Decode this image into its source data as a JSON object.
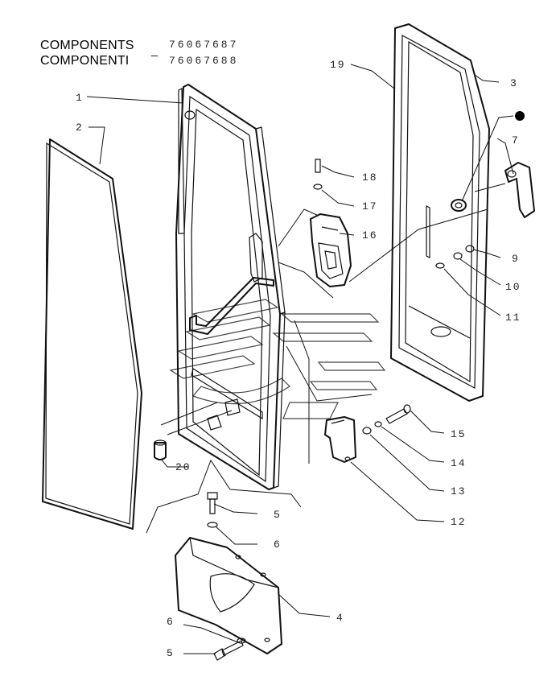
{
  "header": {
    "line1_label": "COMPONENTS",
    "line2_label": "COMPONENTI",
    "separator": "_",
    "code1": "76067687",
    "code2": "76067688"
  },
  "callouts": {
    "p1": "1",
    "p2": "2",
    "p3": "3",
    "p4": "4",
    "p5a": "5",
    "p5b": "5",
    "p6a": "6",
    "p6b": "6",
    "p7": "7",
    "p9": "9",
    "p10": "10",
    "p11": "11",
    "p12": "12",
    "p13": "13",
    "p14": "14",
    "p15": "15",
    "p16": "16",
    "p17": "17",
    "p18": "18",
    "p19": "19",
    "p20": "20"
  }
}
